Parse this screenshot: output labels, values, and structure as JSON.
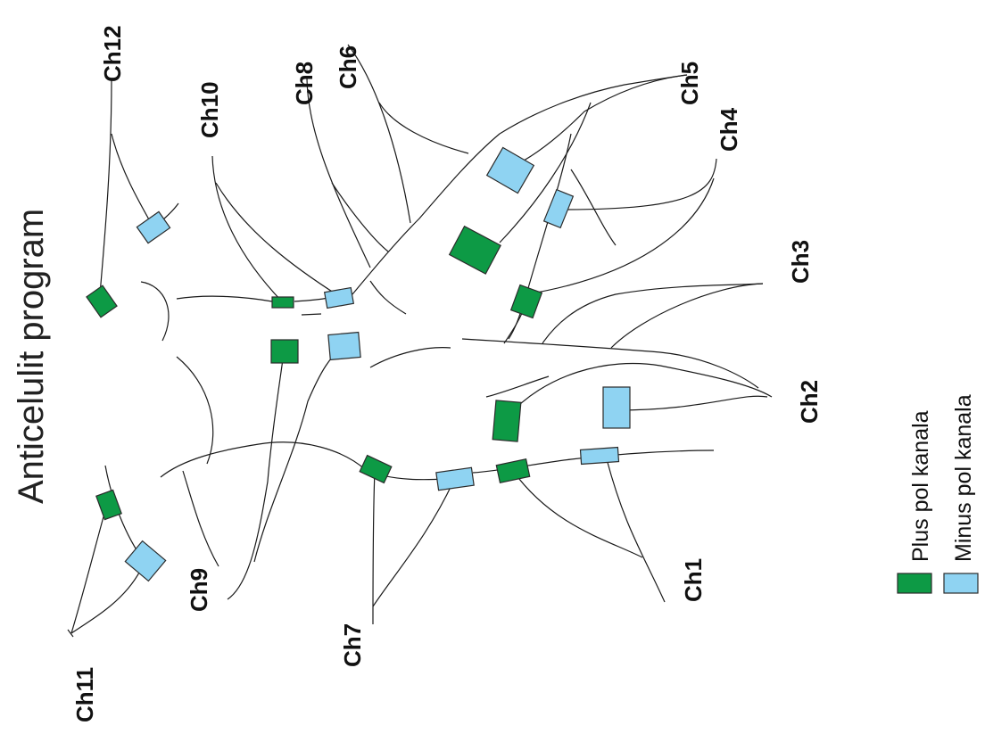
{
  "title": "Anticelulit  program",
  "legend": [
    {
      "label": "Plus pol kanala",
      "color": "#0d9a45"
    },
    {
      "label": "Minus pol kanala",
      "color": "#8fd3f2"
    }
  ],
  "channels": {
    "ch1": "Ch1",
    "ch2": "Ch2",
    "ch3": "Ch3",
    "ch4": "Ch4",
    "ch5": "Ch5",
    "ch6": "Ch6",
    "ch7": "Ch7",
    "ch8": "Ch8",
    "ch9": "Ch9",
    "ch10": "Ch10",
    "ch11": "Ch11",
    "ch12": "Ch12"
  },
  "colors": {
    "plus": "#0d9a45",
    "minus": "#8fd3f2"
  }
}
